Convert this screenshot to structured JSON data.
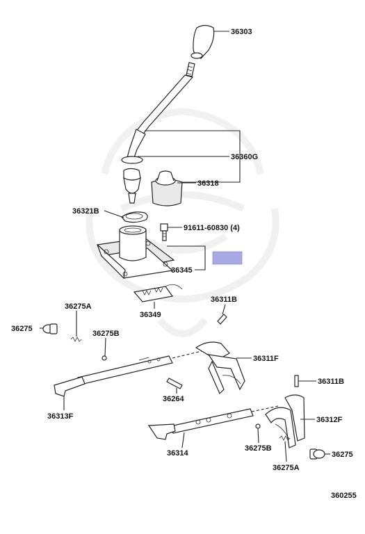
{
  "diagram": {
    "labels": {
      "l36303": "36303",
      "l36360G": "36360G",
      "l36318": "36318",
      "l36321B": "36321B",
      "l91611": "91611-60830 (4)",
      "l36345": "36345",
      "l36349": "36349",
      "l36311B_top": "36311B",
      "l36275A_left": "36275A",
      "l36275_left": "36275",
      "l36275B_left": "36275B",
      "l36311F": "36311F",
      "l36264": "36264",
      "l36313F": "36313F",
      "l36311B_right": "36311B",
      "l36312F": "36312F",
      "l36314": "36314",
      "l36275B_right": "36275B",
      "l36275_right": "36275",
      "l36275A_right": "36275A",
      "figure_no": "360255"
    },
    "highlight_color": "#a9a9e6",
    "watermark": "samurai-crest-watermark"
  }
}
